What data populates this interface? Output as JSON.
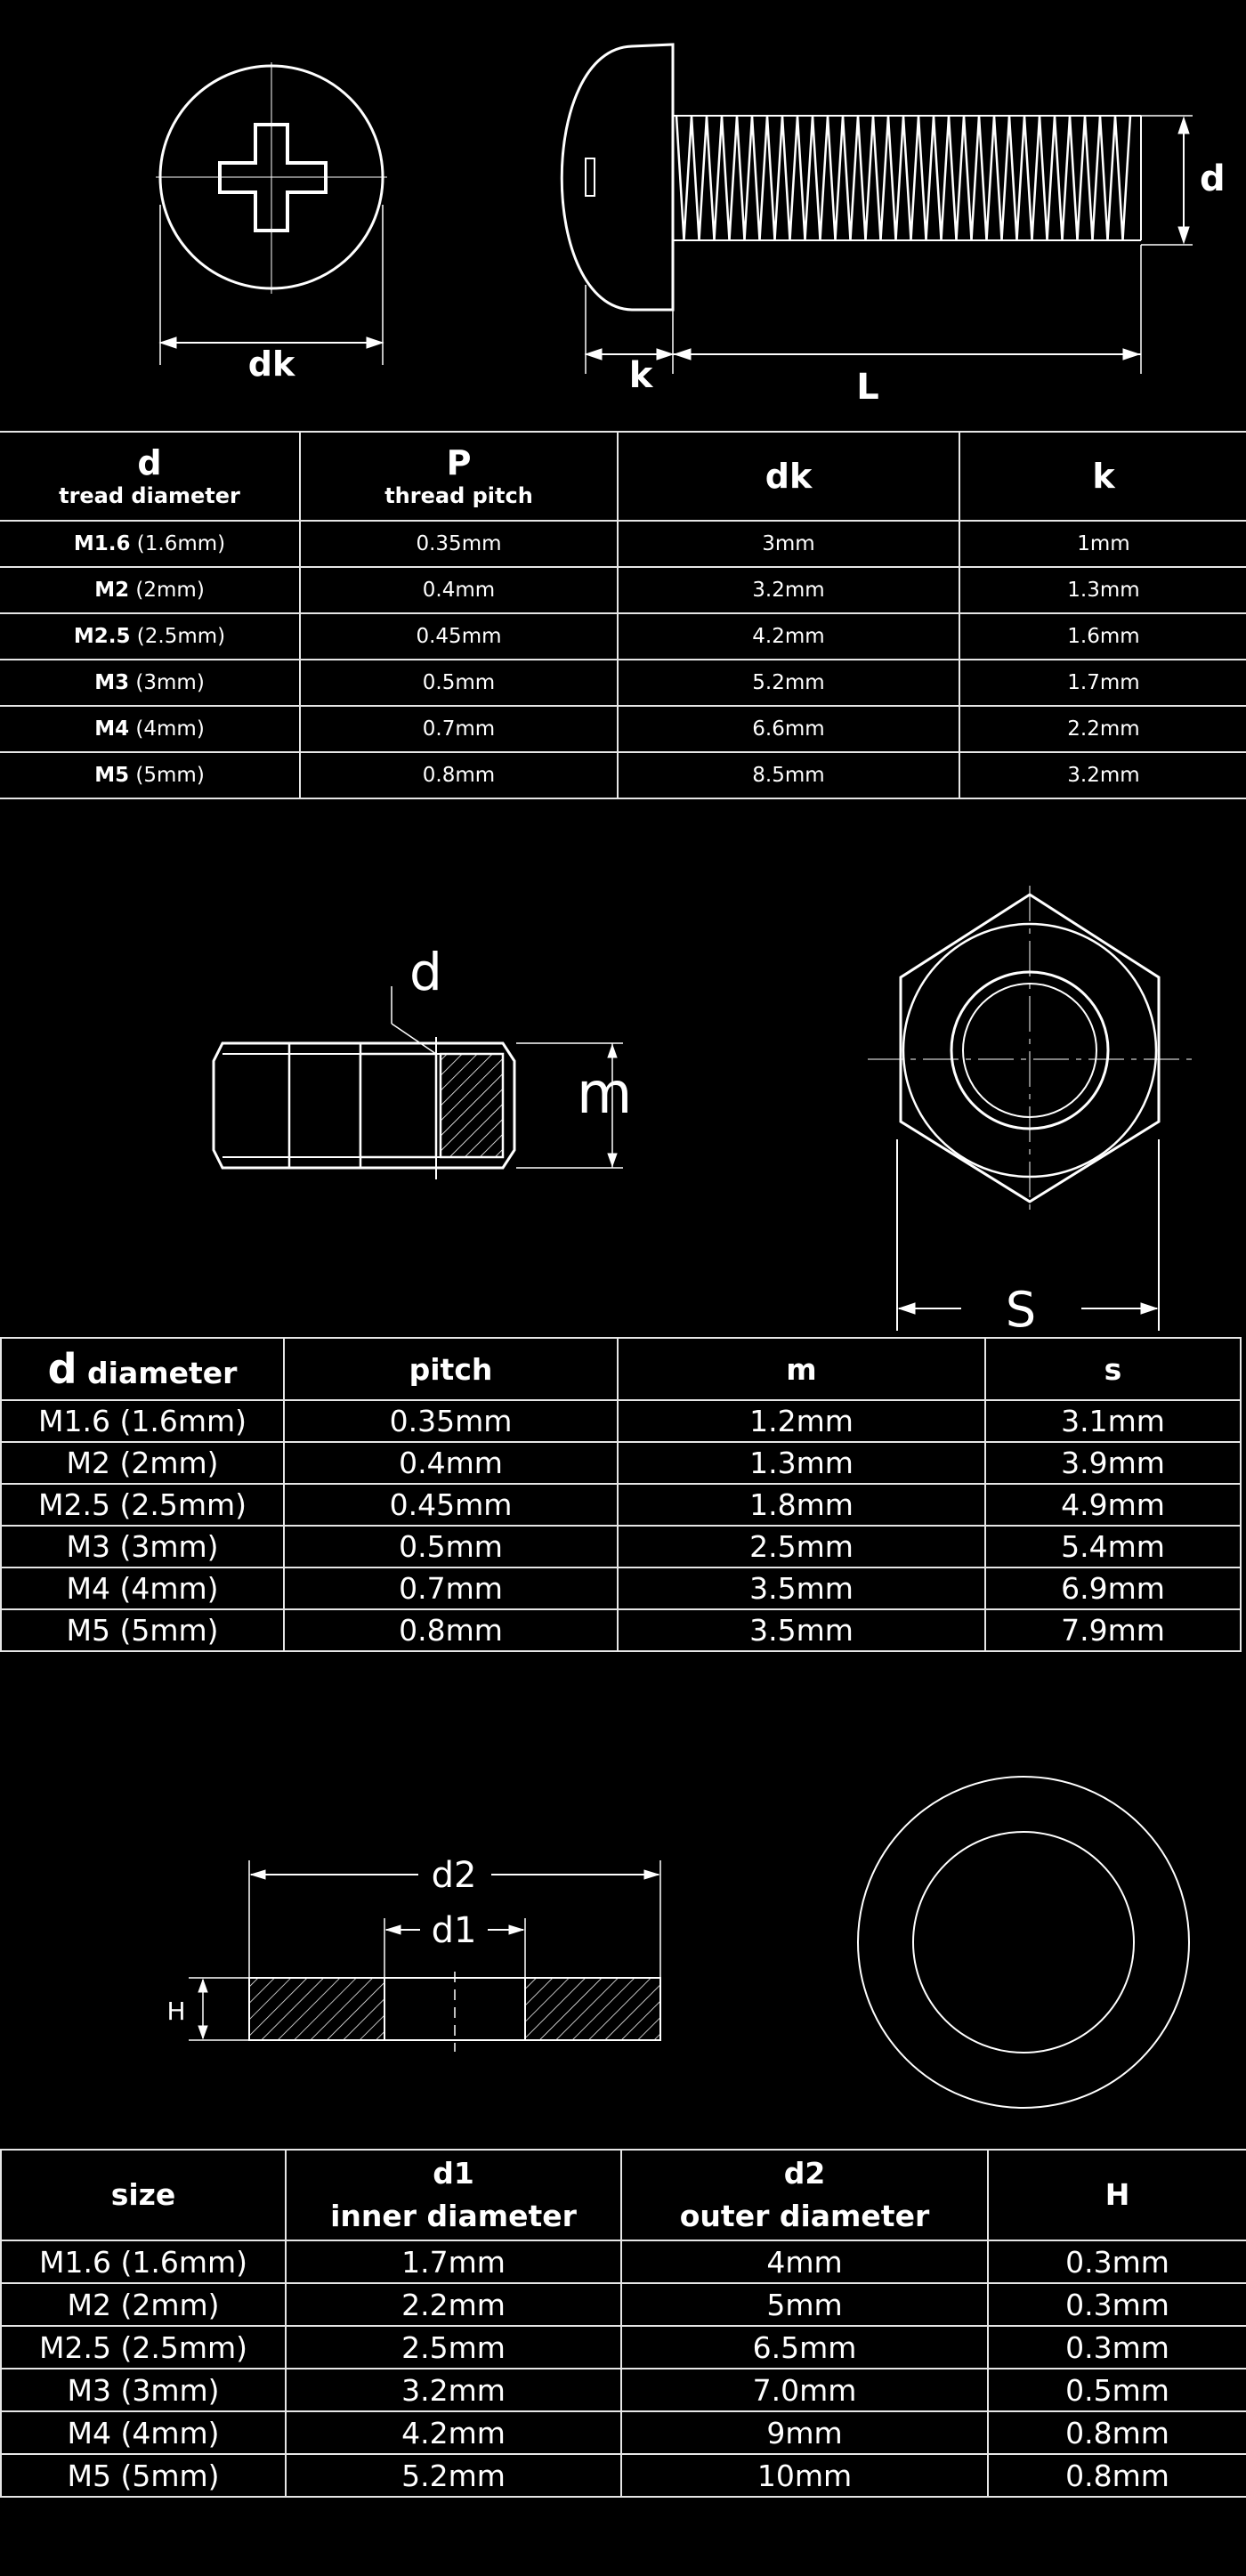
{
  "screw_diagram": {
    "dk_label": "dk",
    "k_label": "k",
    "l_label": "L",
    "d_label": "d"
  },
  "screw_table": {
    "headers": [
      {
        "main": "d",
        "sub": "tread diameter"
      },
      {
        "main": "P",
        "sub": "thread pitch"
      },
      {
        "main": "dk",
        "sub": ""
      },
      {
        "main": "k",
        "sub": ""
      }
    ],
    "rows": [
      {
        "size": "M1.6",
        "size_mm": "(1.6mm)",
        "pitch": "0.35mm",
        "dk": "3mm",
        "k": "1mm"
      },
      {
        "size": "M2",
        "size_mm": "(2mm)",
        "pitch": "0.4mm",
        "dk": "3.2mm",
        "k": "1.3mm"
      },
      {
        "size": "M2.5",
        "size_mm": "(2.5mm)",
        "pitch": "0.45mm",
        "dk": "4.2mm",
        "k": "1.6mm"
      },
      {
        "size": "M3",
        "size_mm": "(3mm)",
        "pitch": "0.5mm",
        "dk": "5.2mm",
        "k": "1.7mm"
      },
      {
        "size": "M4",
        "size_mm": "(4mm)",
        "pitch": "0.7mm",
        "dk": "6.6mm",
        "k": "2.2mm"
      },
      {
        "size": "M5",
        "size_mm": "(5mm)",
        "pitch": "0.8mm",
        "dk": "8.5mm",
        "k": "3.2mm"
      }
    ]
  },
  "nut_diagram": {
    "d_label": "d",
    "m_label": "m",
    "s_label": "S"
  },
  "nut_table": {
    "headers": {
      "d_letter": "d",
      "d_word": "diameter",
      "pitch": "pitch",
      "m": "m",
      "s": "s"
    },
    "rows": [
      {
        "size": "M1.6 (1.6mm)",
        "pitch": "0.35mm",
        "m": "1.2mm",
        "s": "3.1mm"
      },
      {
        "size": "M2 (2mm)",
        "pitch": "0.4mm",
        "m": "1.3mm",
        "s": "3.9mm"
      },
      {
        "size": "M2.5 (2.5mm)",
        "pitch": "0.45mm",
        "m": "1.8mm",
        "s": "4.9mm"
      },
      {
        "size": "M3 (3mm)",
        "pitch": "0.5mm",
        "m": "2.5mm",
        "s": "5.4mm"
      },
      {
        "size": "M4 (4mm)",
        "pitch": "0.7mm",
        "m": "3.5mm",
        "s": "6.9mm"
      },
      {
        "size": "M5 (5mm)",
        "pitch": "0.8mm",
        "m": "3.5mm",
        "s": "7.9mm"
      }
    ]
  },
  "washer_diagram": {
    "d2_label": "d2",
    "d1_label": "d1",
    "h_label": "H"
  },
  "washer_table": {
    "headers": [
      {
        "l1": "size",
        "l2": ""
      },
      {
        "l1": "d1",
        "l2": "inner diameter"
      },
      {
        "l1": "d2",
        "l2": "outer diameter"
      },
      {
        "l1": "H",
        "l2": ""
      }
    ],
    "rows": [
      {
        "size": "M1.6 (1.6mm)",
        "d1": "1.7mm",
        "d2": "4mm",
        "h": "0.3mm"
      },
      {
        "size": "M2 (2mm)",
        "d1": "2.2mm",
        "d2": "5mm",
        "h": "0.3mm"
      },
      {
        "size": "M2.5 (2.5mm)",
        "d1": "2.5mm",
        "d2": "6.5mm",
        "h": "0.3mm"
      },
      {
        "size": "M3 (3mm)",
        "d1": "3.2mm",
        "d2": "7.0mm",
        "h": "0.5mm"
      },
      {
        "size": "M4 (4mm)",
        "d1": "4.2mm",
        "d2": "9mm",
        "h": "0.8mm"
      },
      {
        "size": "M5 (5mm)",
        "d1": "5.2mm",
        "d2": "10mm",
        "h": "0.8mm"
      }
    ]
  }
}
